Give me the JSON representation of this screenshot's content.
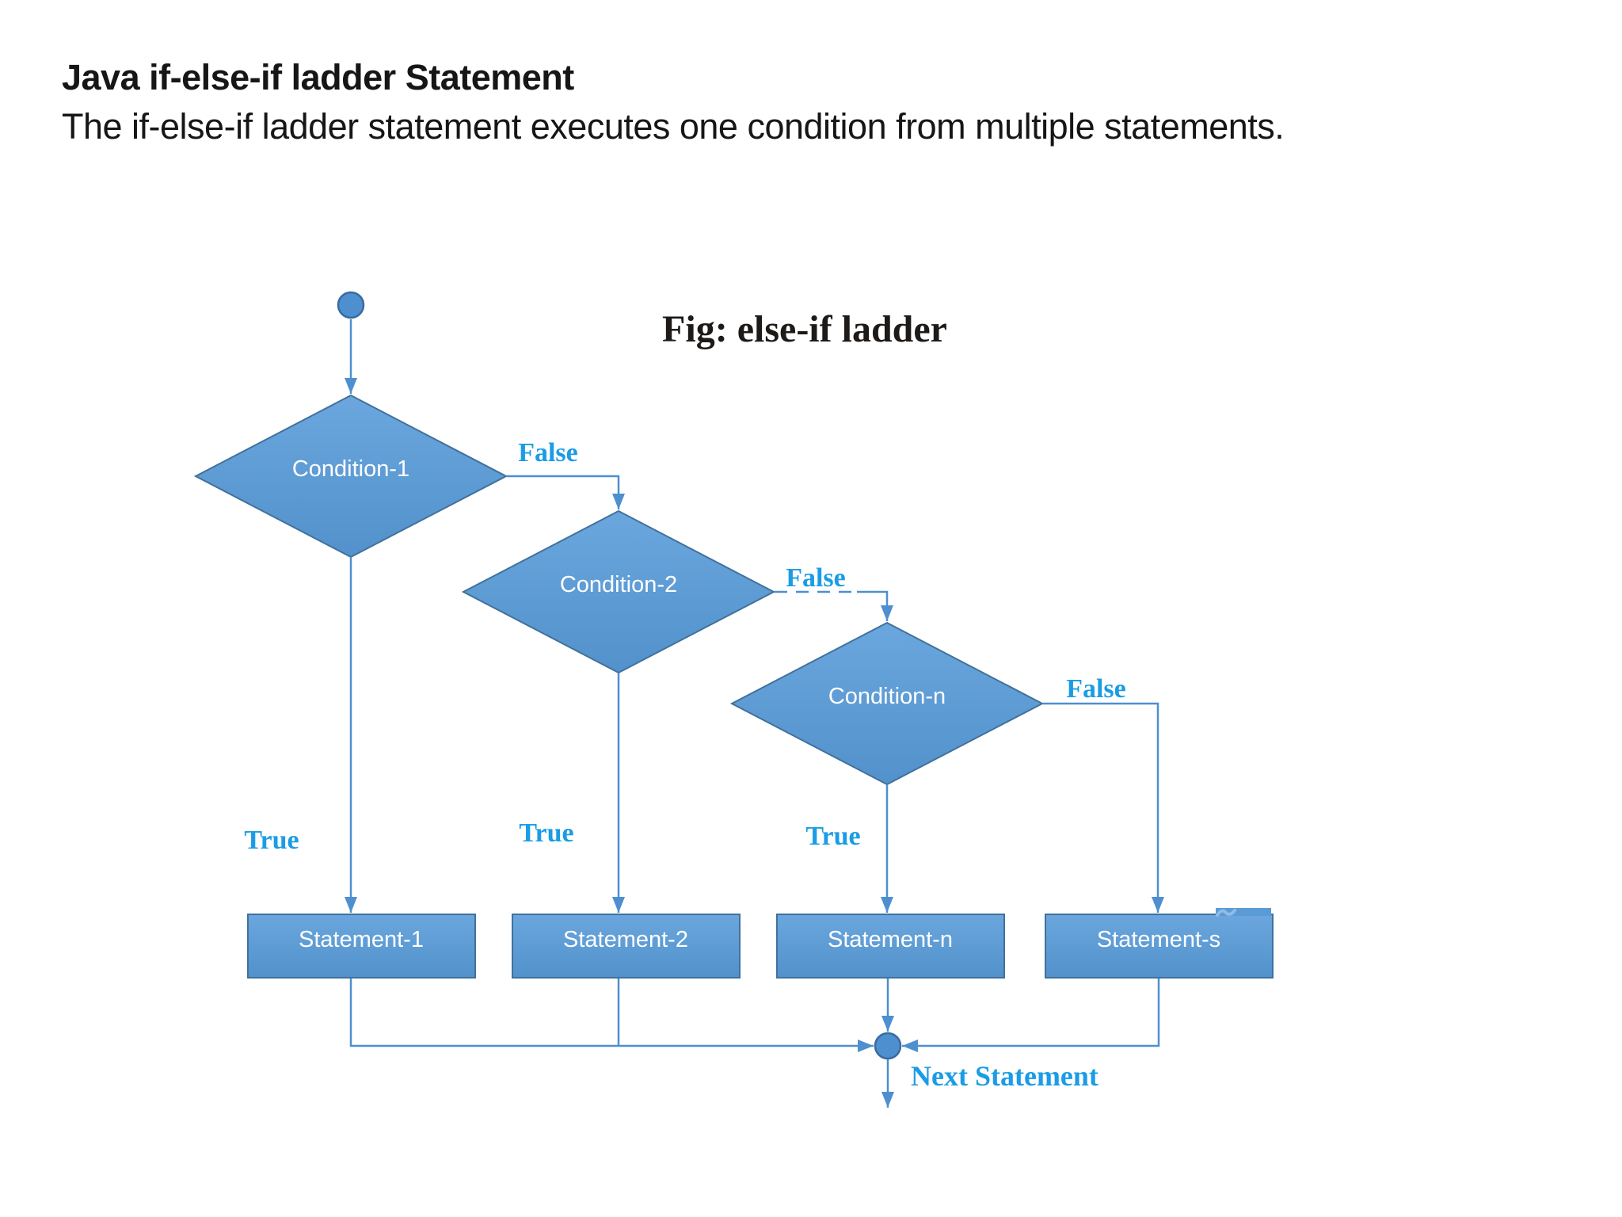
{
  "header": {
    "title": "Java if-else-if ladder Statement",
    "subtitle": "The if-else-if ladder statement executes one condition from multiple statements."
  },
  "flowchart": {
    "caption": "Fig: else-if ladder",
    "nodes": {
      "condition_1": "Condition-1",
      "condition_2": "Condition-2",
      "condition_n": "Condition-n",
      "statement_1": "Statement-1",
      "statement_2": "Statement-2",
      "statement_n": "Statement-n",
      "statement_s": "Statement-s"
    },
    "labels": {
      "false_1": "False",
      "false_2": "False",
      "false_3": "False",
      "true_1": "True",
      "true_2": "True",
      "true_3": "True",
      "next_statement": "Next Statement"
    },
    "colors": {
      "shape_fill": "#5B9BD5",
      "shape_border": "#41719C",
      "connector": "#4E8FD0",
      "edge_label_blue": "#1B9CE5",
      "node_text": "#FFFFFF",
      "caption_text": "#1E1A17"
    }
  }
}
